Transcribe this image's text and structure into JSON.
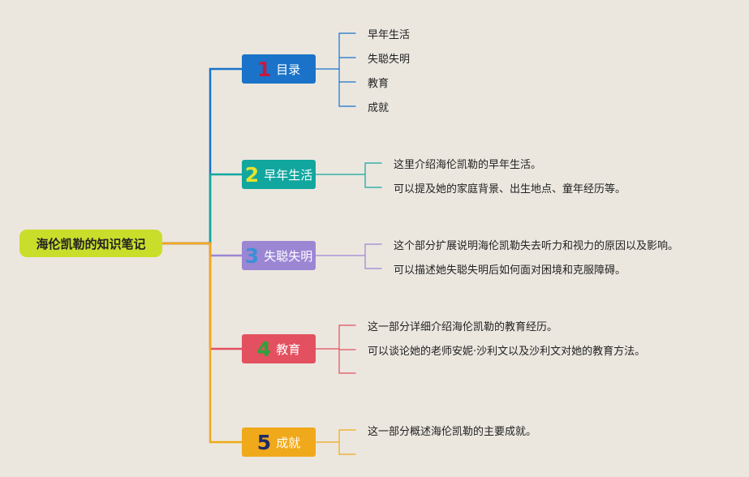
{
  "root": {
    "label": "海伦凯勒的知识笔记"
  },
  "branches": [
    {
      "num": "1",
      "label": "目录",
      "color": "#1a73c9",
      "num_color": "#c8183f",
      "children": [
        "早年生活",
        "失聪失明",
        "教育",
        "成就"
      ]
    },
    {
      "num": "2",
      "label": "早年生活",
      "color": "#11a79f",
      "num_color": "#e8e22e",
      "children": [
        "这里介绍海伦凯勒的早年生活。",
        "可以提及她的家庭背景、出生地点、童年经历等。"
      ]
    },
    {
      "num": "3",
      "label": "失聪失明",
      "color": "#9b86d4",
      "num_color": "#3b8fd6",
      "children": [
        "这个部分扩展说明海伦凯勒失去听力和视力的原因以及影响。",
        "可以描述她失聪失明后如何面对困境和克服障碍。"
      ]
    },
    {
      "num": "4",
      "label": "教育",
      "color": "#e3505f",
      "num_color": "#2aa43a",
      "children": [
        "这一部分详细介绍海伦凯勒的教育经历。",
        "可以谈论她的老师安妮·沙利文以及沙利文对她的教育方法。",
        ""
      ]
    },
    {
      "num": "5",
      "label": "成就",
      "color": "#f0a91b",
      "num_color": "#1f2a6b",
      "children": [
        "这一部分概述海伦凯勒的主要成就。",
        ""
      ]
    }
  ]
}
